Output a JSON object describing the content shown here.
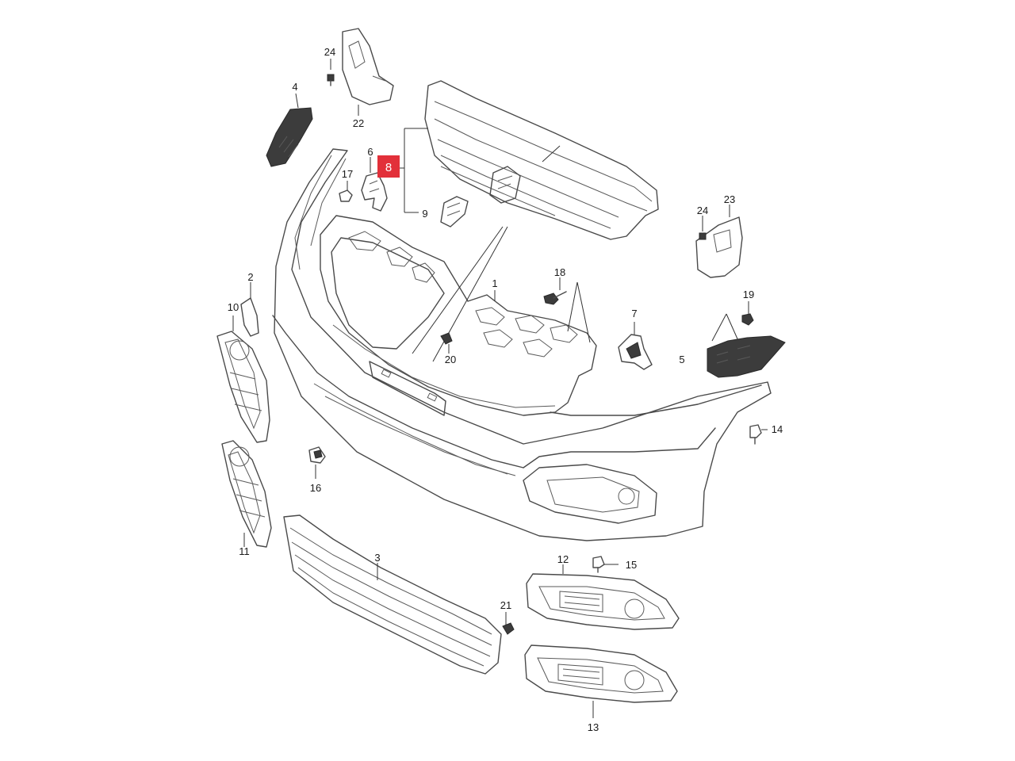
{
  "diagram": {
    "highlight_color": "#e2303a",
    "line_color": "#4a4a4a",
    "highlighted_part": "8",
    "callouts": [
      "1",
      "2",
      "3",
      "4",
      "5",
      "6",
      "7",
      "8",
      "9",
      "10",
      "11",
      "12",
      "13",
      "14",
      "15",
      "16",
      "17",
      "18",
      "19",
      "20",
      "21",
      "22",
      "23",
      "24"
    ]
  }
}
